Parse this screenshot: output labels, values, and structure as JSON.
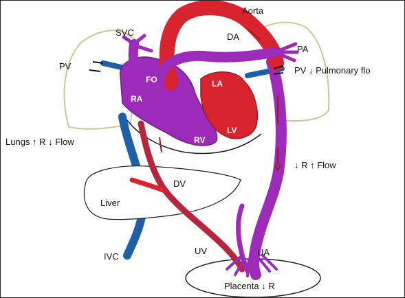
{
  "colors": {
    "arterial": "#d9232e",
    "mixed": "#9b2bb8",
    "venous": "#1f5fa8",
    "organ_outline": "#1a1a1a",
    "lung_outline": "#c9c79a"
  },
  "labels": {
    "aorta": "Aorta",
    "svc": "SVC",
    "da": "DA",
    "pa": "PA",
    "pv_left": "PV",
    "pv_right": "PV ↓ Pulmonary flo",
    "fo": "FO",
    "la": "LA",
    "ra": "RA",
    "lv": "LV",
    "rv": "RV",
    "lungs": "Lungs ↑ R ↓ Flow",
    "flow": "↓ R ↑ Flow",
    "dv": "DV",
    "liver": "Liver",
    "ivc": "IVC",
    "uv": "UV",
    "ua": "UA",
    "placenta": "Placenta ↓ R"
  }
}
